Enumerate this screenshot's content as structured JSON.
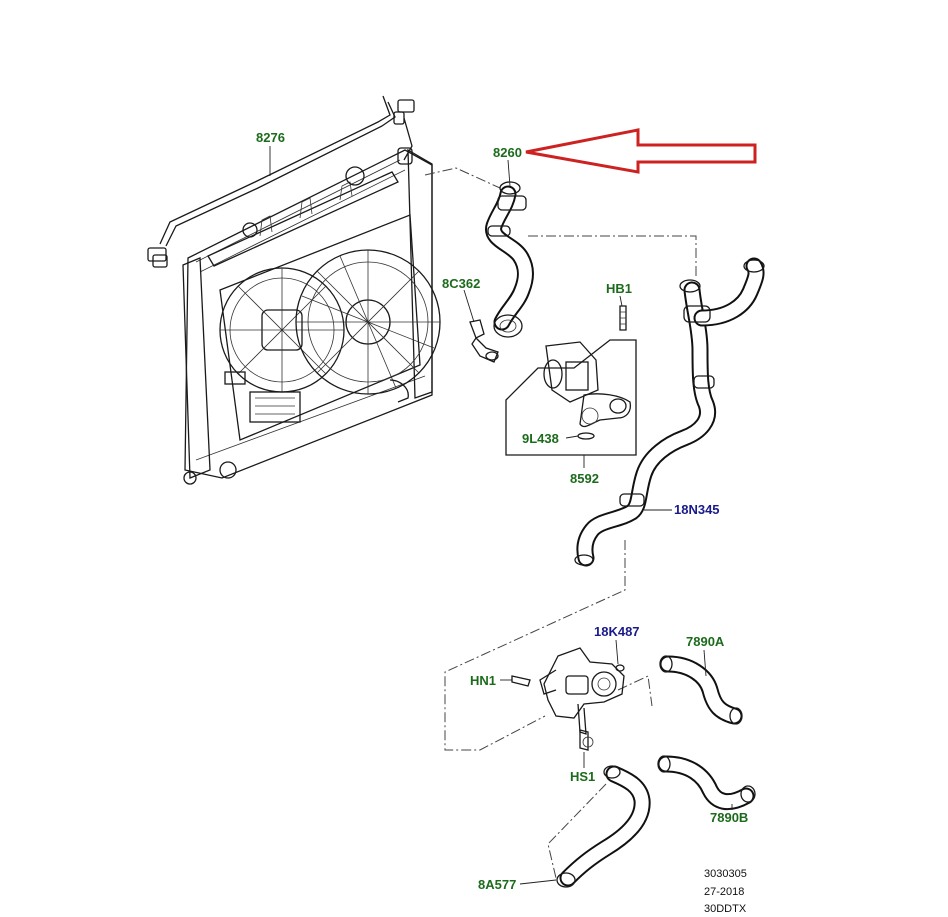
{
  "labels": {
    "p8276": "8276",
    "p8260": "8260",
    "p8C362": "8C362",
    "pHB1": "HB1",
    "p9L438": "9L438",
    "p8592": "8592",
    "p18N345": "18N345",
    "p18K487": "18K487",
    "p7890A": "7890A",
    "pHN1": "HN1",
    "pHS1": "HS1",
    "p7890B": "7890B",
    "p8A577": "8A577"
  },
  "reference": {
    "line1": "3030305",
    "line2": "27-2018",
    "line3": "30DDTX"
  },
  "colors": {
    "label_green": "#1c6b1c",
    "label_blue": "#1a1a8c",
    "callout_arrow": "#cc2222"
  }
}
